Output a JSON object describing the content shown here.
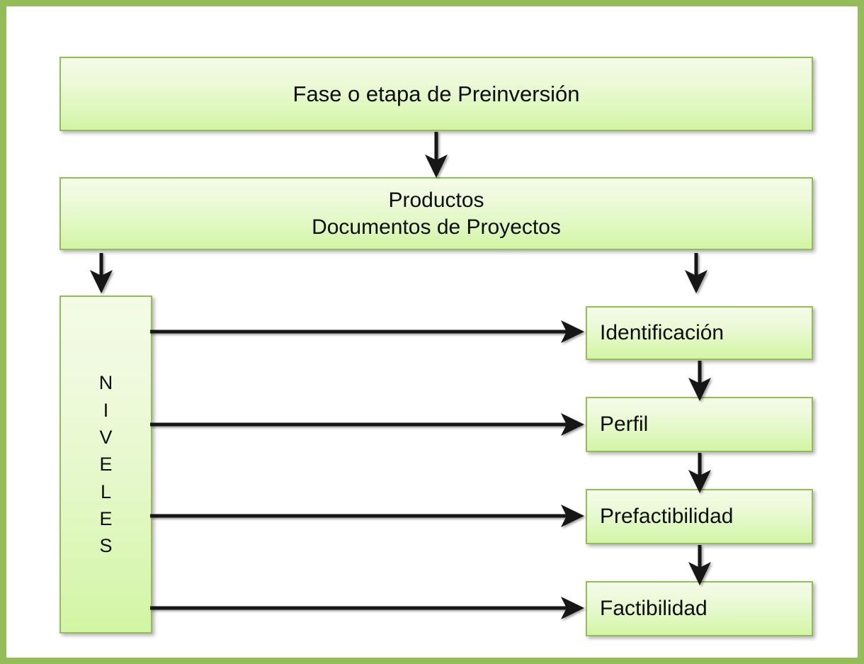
{
  "diagram": {
    "title_text": "Fase o etapa de Preinversión",
    "frame_color": "#94bc58",
    "box_fill_top": "#f4fbe6",
    "box_fill_bottom": "#d2f5a4",
    "box_border_color": "#94bc58",
    "arrow_color": "#151515",
    "background_color": "#ffffff"
  },
  "nodes": {
    "preinversion": {
      "label": "Fase o etapa de Preinversión"
    },
    "productos": {
      "line1": "Productos",
      "line2": "Documentos de Proyectos"
    },
    "niveles": {
      "label": "NIVELES",
      "letters": [
        "N",
        "I",
        "V",
        "E",
        "L",
        "E",
        "S"
      ]
    },
    "stages": [
      {
        "id": "identificacion",
        "label": "Identificación"
      },
      {
        "id": "perfil",
        "label": "Perfil"
      },
      {
        "id": "prefactibilidad",
        "label": "Prefactibilidad"
      },
      {
        "id": "factibilidad",
        "label": "Factibilidad"
      }
    ]
  },
  "connectors": {
    "preinversion_to_productos": {
      "from": "preinversion",
      "to": "productos",
      "direction": "down"
    },
    "productos_to_niveles": {
      "from": "productos",
      "to": "niveles",
      "direction": "down"
    },
    "productos_to_identificacion": {
      "from": "productos",
      "to": "identificacion",
      "direction": "down"
    },
    "niveles_to_stages": [
      {
        "from": "niveles",
        "to": "identificacion",
        "direction": "right"
      },
      {
        "from": "niveles",
        "to": "perfil",
        "direction": "right"
      },
      {
        "from": "niveles",
        "to": "prefactibilidad",
        "direction": "right"
      },
      {
        "from": "niveles",
        "to": "factibilidad",
        "direction": "right"
      }
    ],
    "stage_chain": [
      {
        "from": "identificacion",
        "to": "perfil",
        "direction": "down"
      },
      {
        "from": "perfil",
        "to": "prefactibilidad",
        "direction": "down"
      },
      {
        "from": "prefactibilidad",
        "to": "factibilidad",
        "direction": "down"
      }
    ]
  }
}
